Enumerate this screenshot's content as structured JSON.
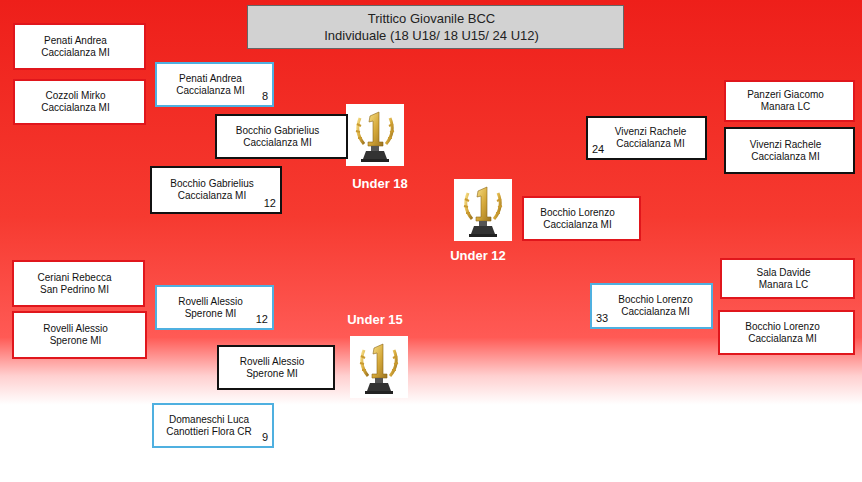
{
  "diagram": {
    "nodes": [
      {
        "text": [
          "Trittico Giovanile BCC",
          "Individuale (18 U18/ 18 U15/ 24 U12)"
        ]
      },
      {
        "text": [
          "Penati Andrea",
          "Caccialanza MI"
        ]
      },
      {
        "text": [
          "Cozzoli Mirko",
          "Caccialanza MI"
        ]
      },
      {
        "text": [
          "Penati Andrea",
          "Caccialanza MI",
          "8"
        ]
      },
      {
        "text": [
          "Bocchio Gabrielius",
          "Caccialanza MI"
        ]
      },
      {
        "text": [
          "Bocchio Gabrielius",
          "Caccialanza MI",
          "12"
        ]
      },
      {
        "text": [
          "Panzeri Giacomo",
          "Manara LC"
        ]
      },
      {
        "text": [
          "Vivenzi Rachele",
          "Caccialanza MI",
          "24"
        ]
      },
      {
        "text": [
          "Vivenzi Rachele",
          "Caccialanza MI"
        ]
      },
      {
        "text": [
          "Bocchio Lorenzo",
          "Caccialanza MI"
        ]
      },
      {
        "text": [
          "Sala Davide",
          "Manara LC"
        ]
      },
      {
        "text": [
          "Bocchio Lorenzo",
          "Caccialanza MI",
          "33"
        ]
      },
      {
        "text": [
          "Bocchio Lorenzo",
          "Caccialanza MI"
        ]
      },
      {
        "text": [
          "Ceriani Rebecca",
          "San Pedrino MI"
        ]
      },
      {
        "text": [
          "Rovelli Alessio",
          "Sperone MI"
        ]
      },
      {
        "text": [
          "Rovelli Alessio",
          "Sperone MI",
          "12"
        ]
      },
      {
        "text": [
          "Rovelli Alessio",
          "Sperone MI"
        ]
      },
      {
        "text": [
          "Domaneschi Luca",
          "Canottieri Flora CR",
          "9"
        ]
      }
    ],
    "labels": [
      "Under 18",
      "Under 12",
      "Under 15"
    ]
  }
}
